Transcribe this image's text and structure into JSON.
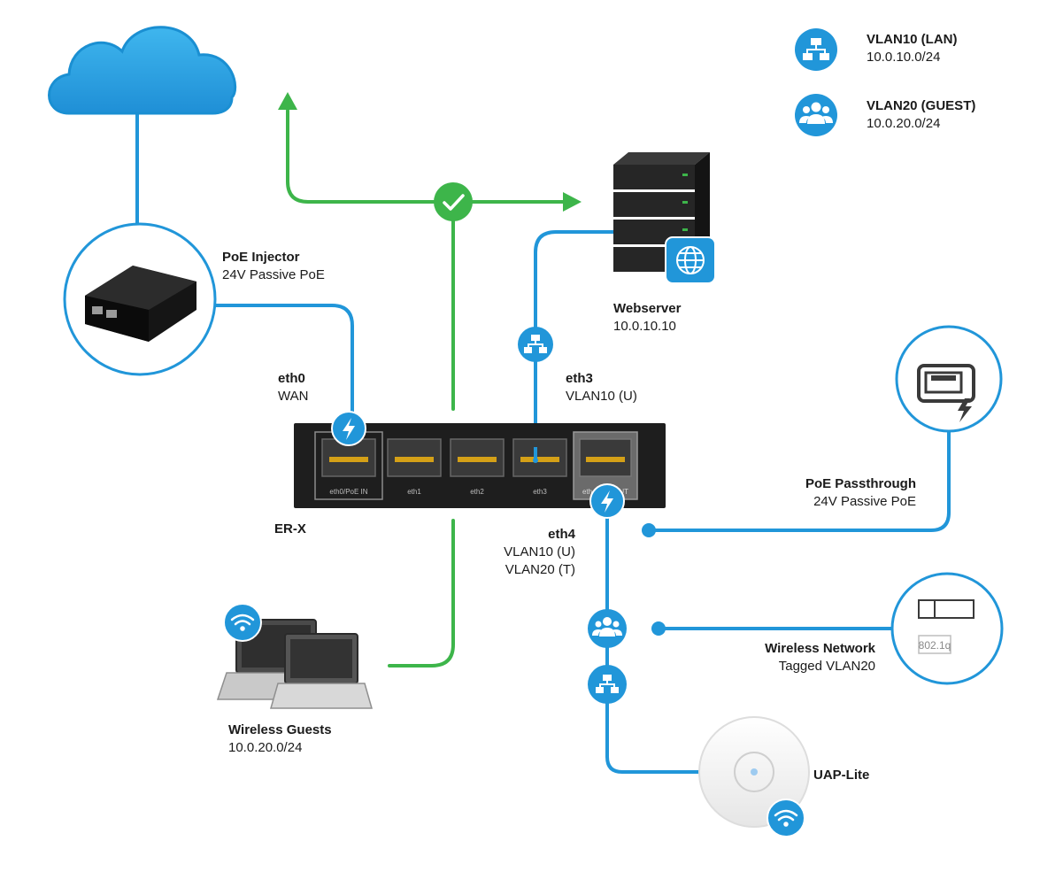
{
  "colors": {
    "blue": "#2196d9",
    "green": "#3db54a",
    "router": "#1e1e1e",
    "server": "#2a2a2a",
    "circle_stroke": "#2196d9"
  },
  "legend": [
    {
      "title": "VLAN10 (LAN)",
      "subnet": "10.0.10.0/24",
      "icon": "network-icon"
    },
    {
      "title": "VLAN20 (GUEST)",
      "subnet": "10.0.20.0/24",
      "icon": "users-icon"
    }
  ],
  "nodes": {
    "poe_injector": {
      "title": "PoE Injector",
      "sub": "24V Passive PoE"
    },
    "eth0": {
      "title": "eth0",
      "sub": "WAN"
    },
    "er_x": {
      "title": "ER-X"
    },
    "webserver": {
      "title": "Webserver",
      "sub": "10.0.10.10"
    },
    "eth3": {
      "title": "eth3",
      "sub": "VLAN10 (U)"
    },
    "eth4": {
      "title": "eth4",
      "sub1": "VLAN10 (U)",
      "sub2": "VLAN20 (T)"
    },
    "poe_passthrough": {
      "title": "PoE Passthrough",
      "sub": "24V Passive PoE"
    },
    "wireless_network": {
      "title": "Wireless Network",
      "sub": "Tagged VLAN20"
    },
    "wireless_guests": {
      "title": "Wireless Guests",
      "sub": "10.0.20.0/24"
    },
    "uap_lite": {
      "title": "UAP-Lite"
    }
  },
  "router_ports": [
    "eth0/PoE IN",
    "eth1",
    "eth2",
    "eth3",
    "eth4/PoE OUT"
  ],
  "tag_text": "802.1q"
}
